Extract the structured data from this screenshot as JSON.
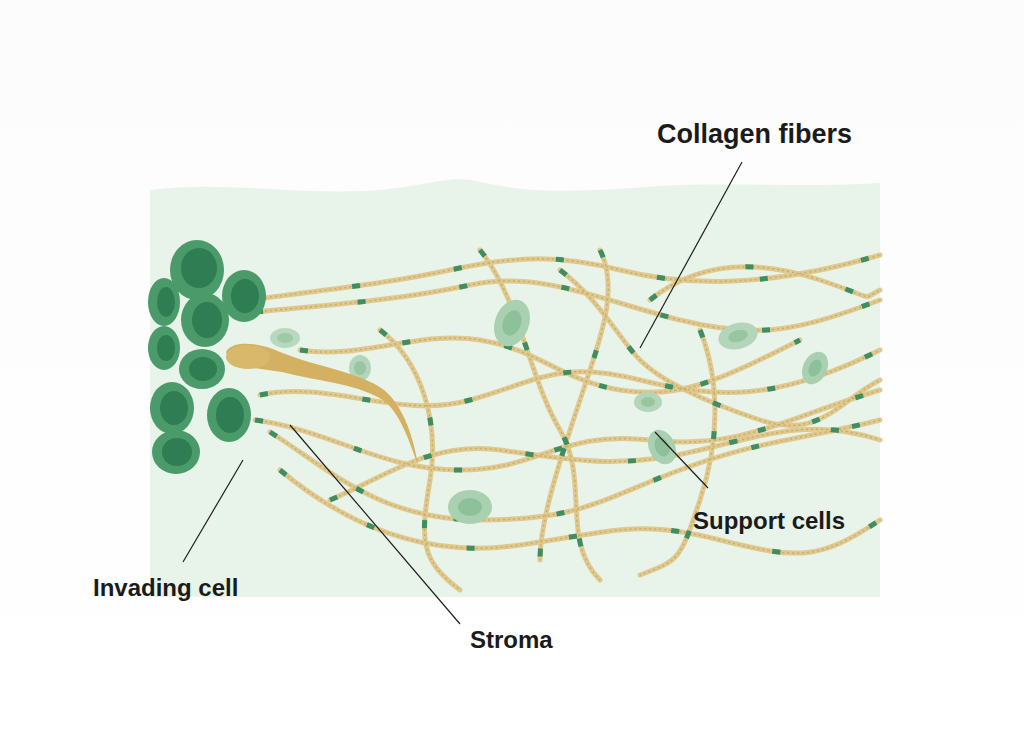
{
  "diagram": {
    "labels": [
      "Collagen fibers",
      "Support cells",
      "Invading cell",
      "Stroma"
    ]
  }
}
